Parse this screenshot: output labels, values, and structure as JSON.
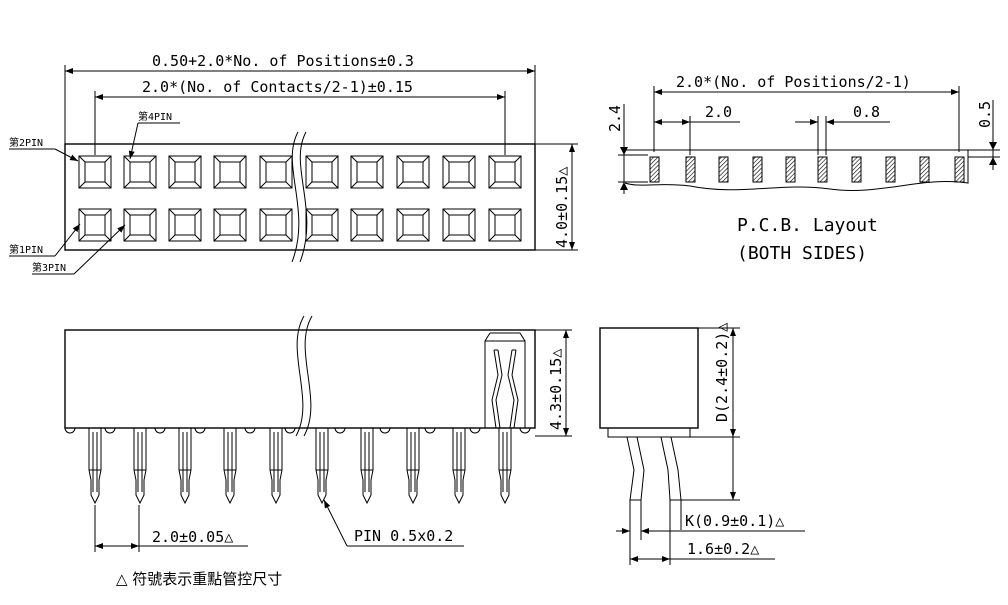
{
  "top_view": {
    "dim_overall": "0.50+2.0*No. of Positions±0.3",
    "dim_contacts": "2.0*(No. of Contacts/2-1)±0.15",
    "dim_height": "4.0±0.15△",
    "pin2": "第2PIN",
    "pin4": "第4PIN",
    "pin1": "第1PIN",
    "pin3": "第3PIN"
  },
  "pcb_layout": {
    "dim_span": "2.0*(No. of Positions/2-1)",
    "dim_pitch": "2.0",
    "dim_pad_width": "0.8",
    "dim_pad_len": "2.4",
    "dim_offset": "0.5",
    "title": "P.C.B. Layout",
    "subtitle": "(BOTH SIDES)"
  },
  "front_view": {
    "dim_height": "4.3±0.15△",
    "dim_pitch": "2.0±0.05△",
    "pin_label": "PIN 0.5x0.2"
  },
  "side_view": {
    "dim_d": "D(2.4±0.2)△",
    "dim_k": "K(0.9±0.1)△",
    "dim_16": "1.6±0.2△"
  },
  "note": "△ 符號表示重點管控尺寸"
}
